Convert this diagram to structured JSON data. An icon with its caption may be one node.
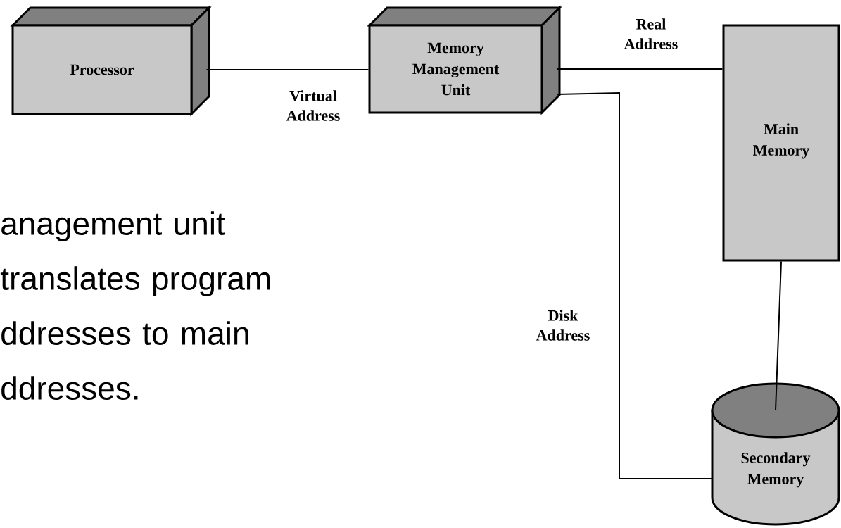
{
  "diagram": {
    "nodes": [
      {
        "text": [
          "Processor"
        ]
      },
      {
        "text": [
          "Memory Management Unit"
        ]
      },
      {
        "text": [
          "Main Memory"
        ]
      },
      {
        "text": [
          "Secondary Memory"
        ]
      }
    ],
    "edges": [
      {
        "from": 0,
        "to": 1,
        "arrow": "none",
        "label": "Virtual Address"
      },
      {
        "from": 1,
        "to": 2,
        "arrow": "none",
        "label": "Real Address"
      },
      {
        "from": 1,
        "to": 3,
        "arrow": "none",
        "label": "Disk Address"
      },
      {
        "from": 2,
        "to": 3,
        "arrow": "none"
      }
    ],
    "labels": [
      "anagement unit translates program ddresses to main ddresses."
    ]
  }
}
